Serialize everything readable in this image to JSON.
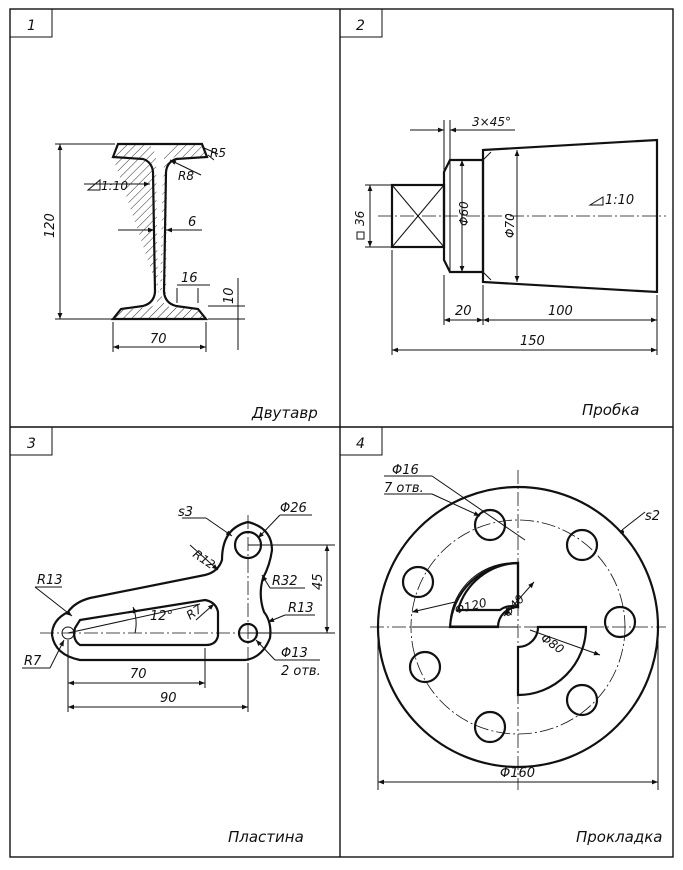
{
  "panels": [
    {
      "number": "1",
      "title": "Двутавр",
      "dims": {
        "height": "120",
        "width": "70",
        "web": "6",
        "flange_w": "16",
        "flange_t": "10",
        "slope": "1:10",
        "r1": "R8",
        "r2": "R5"
      }
    },
    {
      "number": "2",
      "title": "Пробка",
      "dims": {
        "chamfer": "3×45°",
        "square": "36",
        "d60": "Φ60",
        "d70": "Φ70",
        "taper": "1:10",
        "l20": "20",
        "l100": "100",
        "l150": "150"
      }
    },
    {
      "number": "3",
      "title": "Пластина",
      "dims": {
        "s": "s3",
        "d26": "Φ26",
        "r12": "R12",
        "r13a": "R13",
        "r7a": "R7",
        "r32": "R32",
        "r13b": "R13",
        "r7b": "R7",
        "angle": "12°",
        "h45": "45",
        "l70": "70",
        "l90": "90",
        "d13": "Φ13",
        "holes": "2 отв."
      }
    },
    {
      "number": "4",
      "title": "Прокладка",
      "dims": {
        "d16": "Φ16",
        "holes": "7 отв.",
        "s": "s2",
        "d120": "Φ120",
        "d40": "Φ40",
        "d80": "Φ80",
        "d160": "Φ160"
      }
    }
  ]
}
